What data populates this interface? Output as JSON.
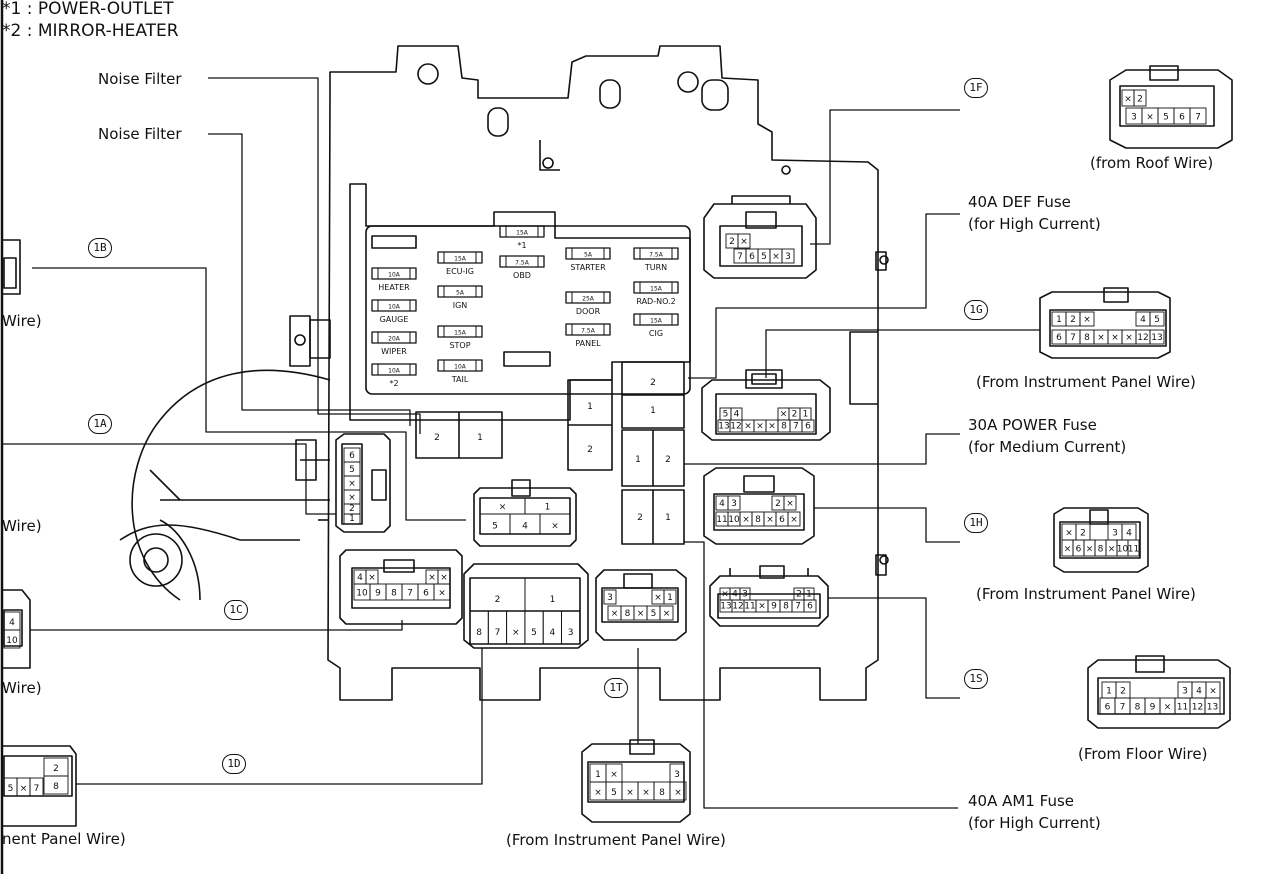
{
  "notes": [
    "*1 : POWER-OUTLET",
    "*2 : MIRROR-HEATER"
  ],
  "labels": {
    "noise_filter_1": "Noise Filter",
    "noise_filter_2": "Noise Filter",
    "def_fuse": [
      "40A DEF Fuse",
      "(for High Current)"
    ],
    "power_fuse": [
      "30A POWER Fuse",
      "(for Medium Current)"
    ],
    "am1_fuse": [
      "40A AM1 Fuse",
      "(for High Current)"
    ]
  },
  "connector_ids": [
    "1F",
    "1B",
    "1G",
    "1A",
    "1H",
    "1C",
    "1S",
    "1T",
    "1D"
  ],
  "wire_labels": {
    "roof": "(from Roof Wire)",
    "ip_1g": "(From Instrument Panel Wire)",
    "ip_1h": "(From Instrument Panel Wire)",
    "floor": "(From  Floor Wire)",
    "ip_1t": "(From Instrument Panel Wire)",
    "left_1b": "Wire)",
    "left_1a": "Wire)",
    "left_1c": "Wire)",
    "left_1d": "nent Panel Wire)"
  },
  "fuses": [
    {
      "amp": "",
      "name": ""
    },
    {
      "amp": "10A",
      "name": "HEATER"
    },
    {
      "amp": "10A",
      "name": "GAUGE"
    },
    {
      "amp": "20A",
      "name": "WIPER"
    },
    {
      "amp": "10A",
      "name": "*2"
    },
    {
      "amp": "15A",
      "name": "ECU-IG"
    },
    {
      "amp": "5A",
      "name": "IGN"
    },
    {
      "amp": "15A",
      "name": "STOP"
    },
    {
      "amp": "10A",
      "name": "TAIL"
    },
    {
      "amp": "15A",
      "name": "*1"
    },
    {
      "amp": "7.5A",
      "name": "OBD"
    },
    {
      "amp": "5A",
      "name": "STARTER"
    },
    {
      "amp": "25A",
      "name": "DOOR"
    },
    {
      "amp": "7.5A",
      "name": "PANEL"
    },
    {
      "amp": "7.5A",
      "name": "TURN"
    },
    {
      "amp": "15A",
      "name": "RAD-NO.2"
    },
    {
      "amp": "15A",
      "name": "CIG"
    }
  ],
  "relays": [
    "2",
    "1",
    "1",
    "2",
    "2",
    "1",
    "1",
    "2",
    "2",
    "1"
  ],
  "pins": {
    "1F_main": [
      "2",
      "×",
      "7",
      "6",
      "5",
      "×",
      "3"
    ],
    "1F_remote": [
      "×",
      "2",
      "3",
      "×",
      "5",
      "6",
      "7"
    ],
    "1G_main": [
      "5",
      "4",
      "×",
      "2",
      "1",
      "13",
      "12",
      "×",
      "×",
      "×",
      "8",
      "7",
      "6"
    ],
    "1G_remote": [
      "1",
      "2",
      "×",
      "4",
      "5",
      "6",
      "7",
      "8",
      "×",
      "×",
      "×",
      "12",
      "13"
    ],
    "1H_main": [
      "4",
      "3",
      "2",
      "×",
      "11",
      "10",
      "×",
      "8",
      "×",
      "6",
      "×"
    ],
    "1H_remote": [
      "×",
      "2",
      "3",
      "4",
      "×",
      "6",
      "×",
      "8",
      "×",
      "10",
      "11"
    ],
    "1S_main": [
      "×",
      "4",
      "3",
      "2",
      "1",
      "13",
      "12",
      "11",
      "×",
      "9",
      "8",
      "7",
      "6"
    ],
    "1S_remote": [
      "1",
      "2",
      "3",
      "4",
      "×",
      "6",
      "7",
      "8",
      "9",
      "×",
      "11",
      "12",
      "13"
    ],
    "1T_main": [
      "3",
      "×",
      "1",
      "×",
      "8",
      "×",
      "5",
      "×"
    ],
    "1T_remote": [
      "1",
      "×",
      "3",
      "×",
      "5",
      "×",
      "×",
      "8",
      "×"
    ],
    "1A": [
      "6",
      "5",
      "×",
      "×",
      "2",
      "1"
    ],
    "1C": [
      "4",
      "×",
      "×",
      "×",
      "10",
      "9",
      "8",
      "7",
      "6",
      "×"
    ],
    "1D": [
      "2",
      "1",
      "8",
      "7",
      "×",
      "5",
      "4",
      "3"
    ],
    "mid": [
      "×",
      "1",
      "5",
      "4",
      "×"
    ],
    "left_1c": [
      "4",
      "10"
    ],
    "left_1d": [
      "2",
      "8",
      "5",
      "×",
      "7"
    ]
  },
  "colors": {
    "ink": "#111111",
    "paper": "#ffffff"
  }
}
